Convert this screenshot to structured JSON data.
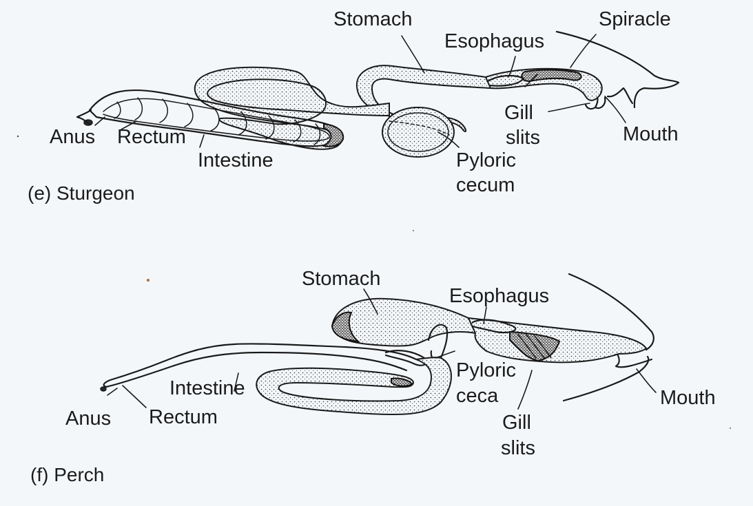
{
  "figure_e": {
    "caption": "(e) Sturgeon",
    "labels": {
      "stomach": "Stomach",
      "spiracle": "Spiracle",
      "esophagus": "Esophagus",
      "gill": "Gill",
      "slits": "slits",
      "mouth": "Mouth",
      "anus": "Anus",
      "rectum": "Rectum",
      "intestine": "Intestine",
      "pyloric": "Pyloric",
      "cecum": "cecum"
    }
  },
  "figure_f": {
    "caption": "(f) Perch",
    "labels": {
      "stomach": "Stomach",
      "esophagus": "Esophagus",
      "pyloric": "Pyloric",
      "ceca": "ceca",
      "intestine": "Intestine",
      "anus": "Anus",
      "rectum": "Rectum",
      "mouth": "Mouth",
      "gill": "Gill",
      "slits": "slits"
    }
  },
  "colors": {
    "ink": "#1b1b1b",
    "paper": "#f4f7fa"
  }
}
